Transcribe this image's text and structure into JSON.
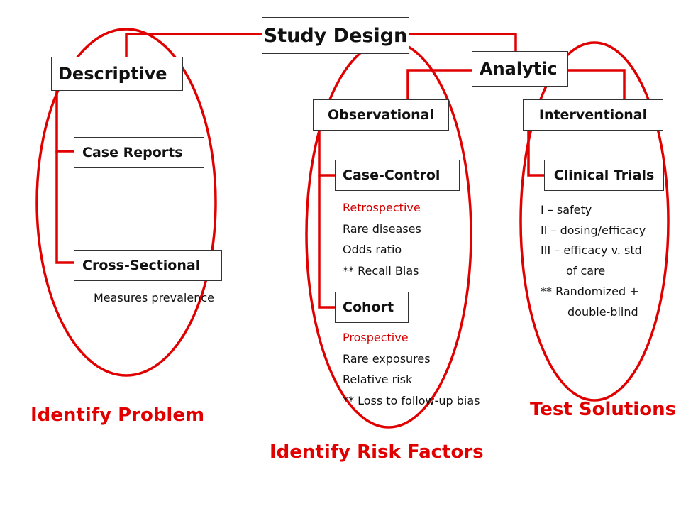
{
  "colors": {
    "accent": "#e00000",
    "note_red": "#d40000",
    "box_border": "#333333",
    "text": "#111111"
  },
  "title": "Study Design",
  "branches": {
    "descriptive": "Descriptive",
    "analytic": "Analytic",
    "observational": "Observational",
    "interventional": "Interventional"
  },
  "designs": {
    "case_reports": "Case Reports",
    "cross_sectional": "Cross-Sectional",
    "case_control": "Case-Control",
    "cohort": "Cohort",
    "clinical_trials": "Clinical Trials"
  },
  "notes": {
    "cross_sectional": "Measures prevalence",
    "case_control": [
      "Retrospective",
      "Rare diseases",
      "Odds ratio",
      "** Recall Bias"
    ],
    "cohort": [
      "Prospective",
      "Rare exposures",
      "Relative risk",
      "** Loss to follow-up bias"
    ],
    "clinical_trials": [
      "I – safety",
      "II – dosing/efficacy",
      "III – efficacy v. std",
      "of care",
      "** Randomized +",
      "double-blind"
    ]
  },
  "goals": {
    "descriptive": "Identify Problem",
    "observational": "Identify Risk Factors",
    "interventional": "Test Solutions"
  }
}
